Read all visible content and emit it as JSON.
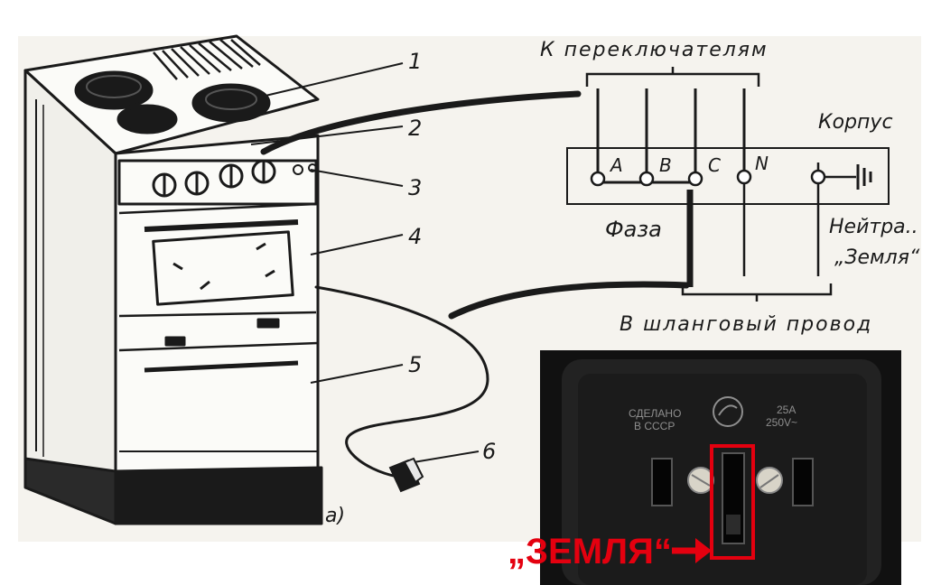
{
  "colors": {
    "ink": "#1a1a1a",
    "paper": "#f5f3ee",
    "accent": "#e4000f",
    "socket": "#151515"
  },
  "diagram": {
    "callouts": [
      "1",
      "2",
      "3",
      "4",
      "5",
      "6"
    ],
    "subfigure": "а)",
    "switches_label": "К переключателям",
    "terminals": [
      "A",
      "B",
      "C",
      "N"
    ],
    "case_label": "Корпус",
    "phase_label": "Фаза",
    "neutral_label": "Нейтра..",
    "earth_label": "„Земля“",
    "hose_label": "В шланговый провод"
  },
  "socket_photo": {
    "made_in_line1": "СДЕЛАНО",
    "made_in_line2": "В СССР",
    "rating_amps": "25А",
    "rating_volts": "250V~",
    "ground_callout": "„ЗЕМЛЯ“",
    "arrow_icon": "arrow-right-icon"
  }
}
